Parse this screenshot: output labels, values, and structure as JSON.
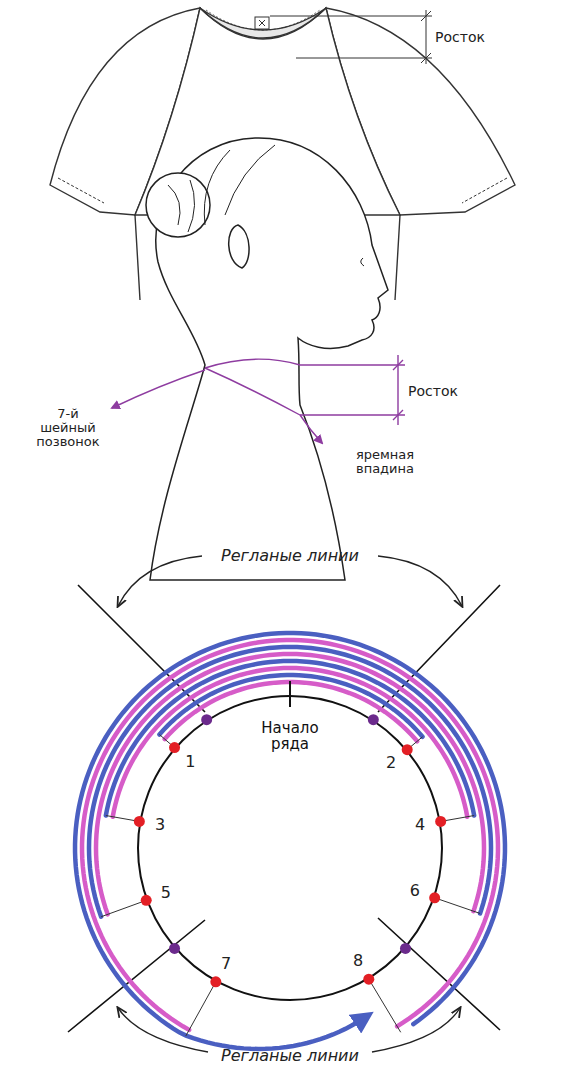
{
  "diagram": {
    "nodes": [
      {
        "text": [
          "Начало ряда"
        ]
      }
    ],
    "labels": [
      "Росток",
      "Росток",
      "7-й шейный позвонок",
      "яремная впадина",
      "Регланые линии",
      "1",
      "2",
      "3",
      "4",
      "5",
      "6",
      "7",
      "8",
      "Регланые линии"
    ]
  }
}
